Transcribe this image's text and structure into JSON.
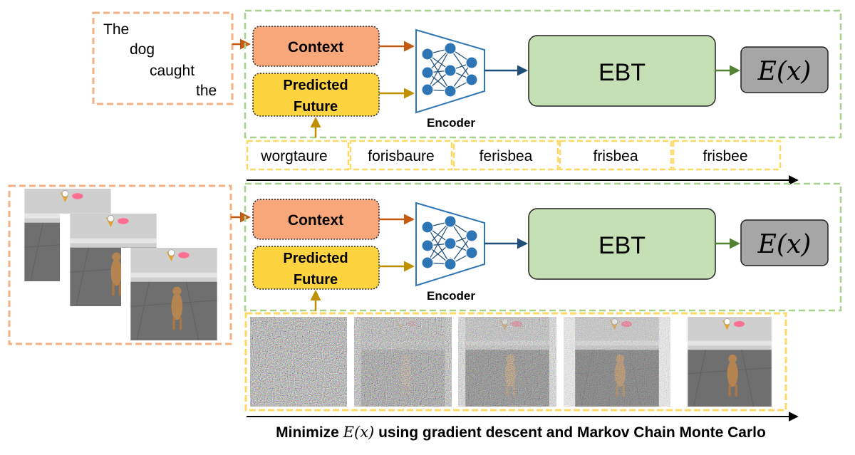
{
  "colors": {
    "orange_dash": "#f4b183",
    "green_dash": "#a9d18e",
    "yellow_dash": "#ffd966",
    "context_fill": "#f8a77a",
    "future_fill": "#fdd33f",
    "ebt_fill": "#c5e0b4",
    "energy_fill": "#a6a6a6",
    "encoder_stroke": "#2e75b6",
    "node_fill": "#2e75b6",
    "arrow_orange": "#c55a11",
    "arrow_gold": "#bf9000",
    "arrow_blue": "#1f4e79",
    "arrow_green": "#548235"
  },
  "text_row": {
    "input_words": [
      "The",
      "dog",
      "caught",
      "the"
    ],
    "context_label": "Context",
    "future_label_line1": "Predicted",
    "future_label_line2": "Future",
    "encoder_label": "Encoder",
    "ebt_label": "EBT",
    "energy_label": "E(x)",
    "candidates": [
      "worgtaure",
      "forisbaure",
      "ferisbea",
      "frisbea",
      "frisbee"
    ]
  },
  "image_row": {
    "context_label": "Context",
    "future_label_line1": "Predicted",
    "future_label_line2": "Future",
    "encoder_label": "Encoder",
    "ebt_label": "EBT",
    "energy_label": "E(x)",
    "frames": [
      {
        "icon": "noise-frame-1",
        "noise": 1.0
      },
      {
        "icon": "noise-frame-2",
        "noise": 0.8
      },
      {
        "icon": "noise-frame-3",
        "noise": 0.55
      },
      {
        "icon": "noise-frame-4",
        "noise": 0.3
      },
      {
        "icon": "clean-frame-5",
        "noise": 0.0
      }
    ]
  },
  "caption": {
    "part1": "Minimize ",
    "math": "E(x)",
    "part2": " using gradient descent and Markov Chain Monte Carlo"
  }
}
